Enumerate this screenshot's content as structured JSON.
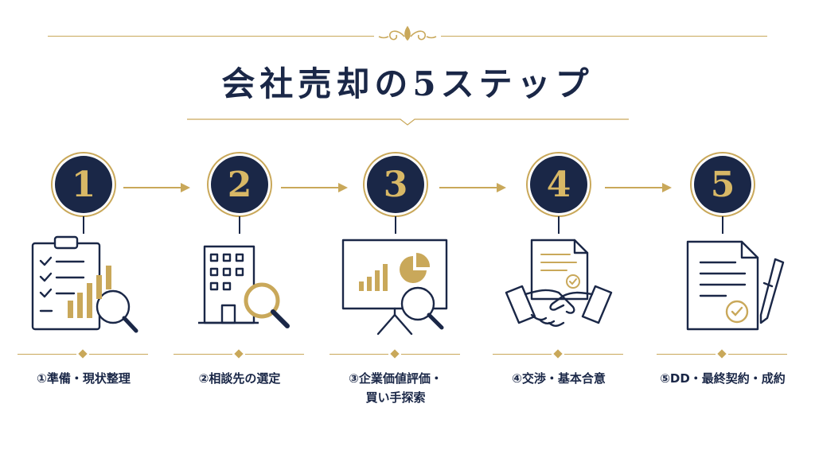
{
  "title": "会社売却の5ステップ",
  "steps": [
    {
      "number": "1",
      "label": "①準備・現状整理"
    },
    {
      "number": "2",
      "label": "②相談先の選定"
    },
    {
      "number": "3",
      "label": "③企業価値評価・\n買い手探索"
    },
    {
      "number": "4",
      "label": "④交渉・基本合意"
    },
    {
      "number": "5",
      "label": "⑤DD・最終契約・成約"
    }
  ],
  "colors": {
    "navy": "#1a2747",
    "gold": "#c9a85a",
    "background": "#ffffff"
  },
  "icons": [
    "clipboard-chart-magnifier-icon",
    "building-magnifier-icon",
    "presentation-board-magnifier-icon",
    "handshake-document-icon",
    "contract-pen-icon"
  ]
}
